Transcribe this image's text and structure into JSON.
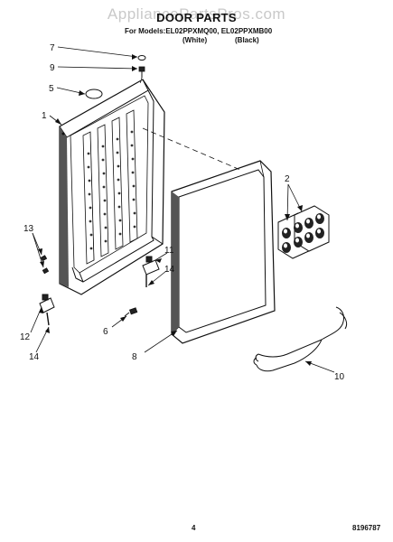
{
  "watermark": "AppliancePartsPros.com",
  "header": {
    "title": "DOOR PARTS",
    "models_line": "For Models:EL02PPXMQ00, EL02PPXMB00",
    "variant_white": "(White)",
    "variant_black": "(Black)"
  },
  "callouts": {
    "c1": "1",
    "c2": "2",
    "c5": "5",
    "c6": "6",
    "c7": "7",
    "c8": "8",
    "c9": "9",
    "c10": "10",
    "c11": "11",
    "c12": "12",
    "c13": "13",
    "c14a": "14",
    "c14b": "14"
  },
  "footer": {
    "page_number": "4",
    "doc_number": "8196787"
  }
}
